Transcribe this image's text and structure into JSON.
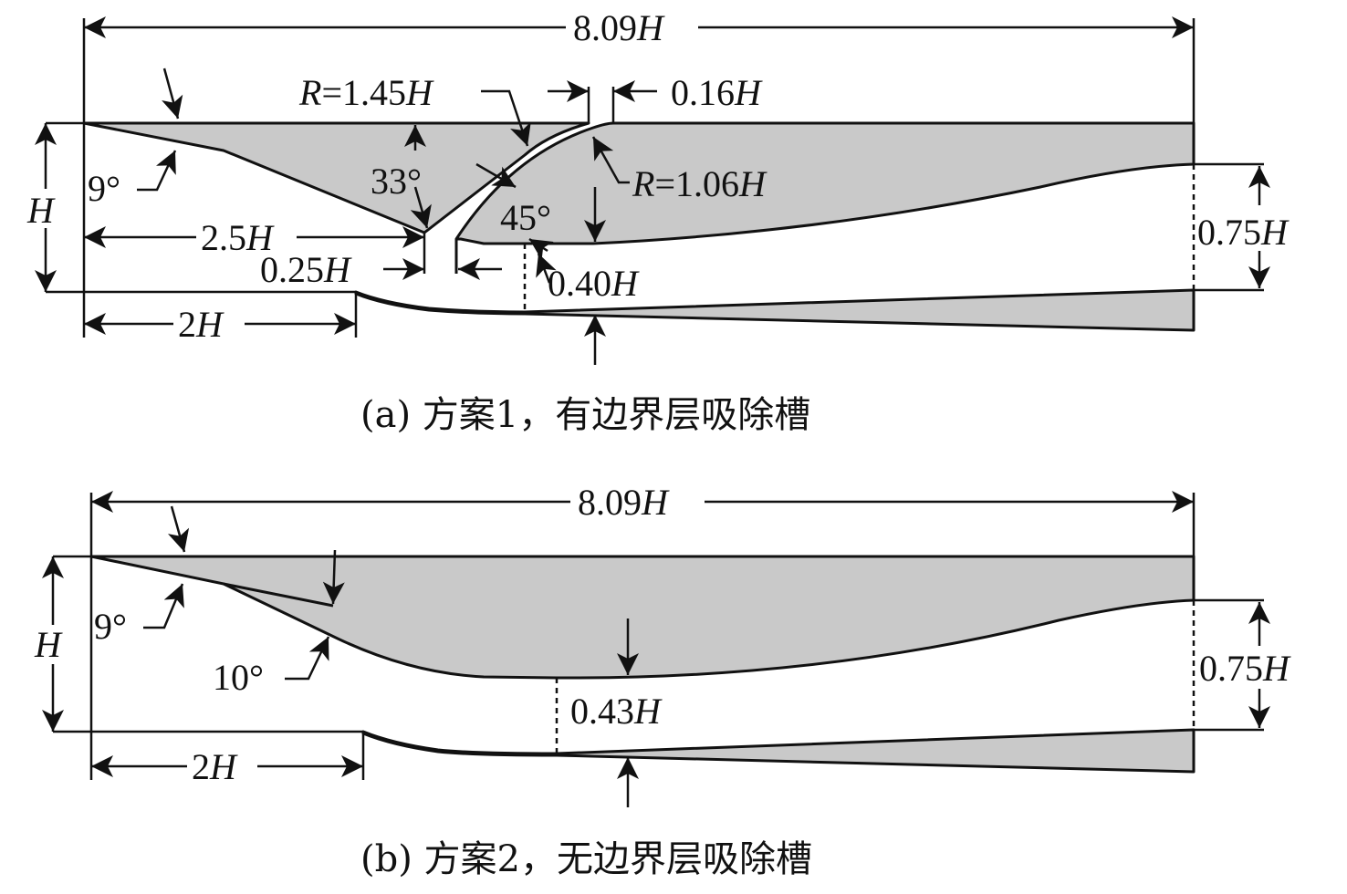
{
  "panel_a": {
    "overall_length": "8.09",
    "unit_h": "H",
    "r_ramp_pre": "R",
    "r_ramp_val": "=1.45",
    "r_ramp_h": "H",
    "slot_width": "0.16",
    "slot_width_h": "H",
    "r_slot_pre": "R",
    "r_slot_val": "=1.06",
    "r_slot_h": "H",
    "angle_ramp": "9°",
    "angle_slot_back": "33°",
    "angle_slot_front": "45°",
    "height_label": "H",
    "ramp_length": "2.5",
    "ramp_length_h": "H",
    "slot_offset": "0.25",
    "slot_offset_h": "H",
    "throat": "0.40",
    "throat_h": "H",
    "lower_length": "2",
    "lower_length_h": "H",
    "exit_height": "0.75",
    "exit_height_h": "H",
    "caption": "(a) 方案1，有边界层吸除槽"
  },
  "panel_b": {
    "overall_length": "8.09",
    "unit_h": "H",
    "angle_ramp1": "9°",
    "angle_ramp2": "10°",
    "height_label": "H",
    "throat": "0.43",
    "throat_h": "H",
    "lower_length": "2",
    "lower_length_h": "H",
    "exit_height": "0.75",
    "exit_height_h": "H",
    "caption": "(b) 方案2，无边界层吸除槽"
  }
}
